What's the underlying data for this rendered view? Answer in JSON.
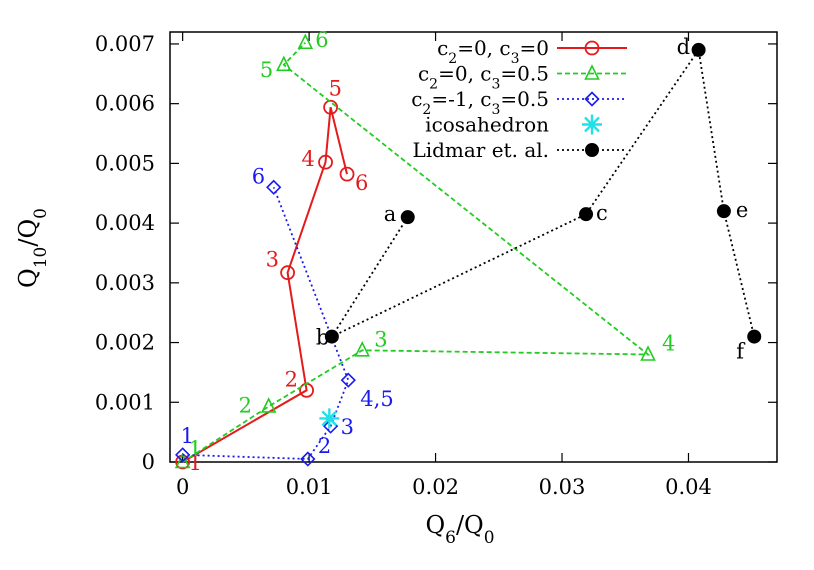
{
  "chart_data": {
    "type": "scatter",
    "xlabel": "Q6/Q0",
    "ylabel": "Q10/Q0",
    "xlim": [
      -0.001,
      0.047
    ],
    "ylim": [
      0,
      0.0072
    ],
    "xticks": [
      0,
      0.01,
      0.02,
      0.03,
      0.04
    ],
    "xtick_labels": [
      "0",
      "0.01",
      "0.02",
      "0.03",
      "0.04"
    ],
    "yticks": [
      0,
      0.001,
      0.002,
      0.003,
      0.004,
      0.005,
      0.006,
      0.007
    ],
    "ytick_labels": [
      "0",
      "0.001",
      "0.002",
      "0.003",
      "0.004",
      "0.005",
      "0.006",
      "0.007"
    ],
    "grid": false,
    "legend_position": "top-right",
    "series": [
      {
        "name": "c2=0, c3=0",
        "color": "#e41a1c",
        "marker": "circle",
        "line": "solid",
        "points": [
          {
            "x": 0.0,
            "y": 0.0,
            "label": "1"
          },
          {
            "x": 0.0098,
            "y": 0.0012,
            "label": "2"
          },
          {
            "x": 0.0083,
            "y": 0.00317,
            "label": "3"
          },
          {
            "x": 0.0113,
            "y": 0.00502,
            "label": "4"
          },
          {
            "x": 0.0117,
            "y": 0.00594,
            "label": "5"
          },
          {
            "x": 0.013,
            "y": 0.00482,
            "label": "6"
          }
        ]
      },
      {
        "name": "c2=0, c3=0.5",
        "color": "#22cc22",
        "marker": "triangle",
        "line": "dashed",
        "points": [
          {
            "x": 0.0,
            "y": 0.0,
            "label": "1"
          },
          {
            "x": 0.0068,
            "y": 0.00093,
            "label": "2"
          },
          {
            "x": 0.0142,
            "y": 0.00187,
            "label": "3"
          },
          {
            "x": 0.0368,
            "y": 0.0018,
            "label": "4"
          },
          {
            "x": 0.008,
            "y": 0.00665,
            "label": "5"
          },
          {
            "x": 0.0097,
            "y": 0.00702,
            "label": "6"
          }
        ]
      },
      {
        "name": "c2=-1, c3=0.5",
        "color": "#1a1aee",
        "marker": "diamond",
        "line": "dotted",
        "points": [
          {
            "x": 0.0,
            "y": 0.00012,
            "label": "1"
          },
          {
            "x": 0.0099,
            "y": 5e-05,
            "label": "2"
          },
          {
            "x": 0.0117,
            "y": 0.0006,
            "label": "3"
          },
          {
            "x": 0.0131,
            "y": 0.00137,
            "label": "4,5"
          },
          {
            "x": 0.0072,
            "y": 0.0046,
            "label": "6"
          }
        ]
      },
      {
        "name": "icosahedron",
        "color": "#22e0e8",
        "marker": "star",
        "line": "none",
        "points": [
          {
            "x": 0.0116,
            "y": 0.00073
          }
        ]
      },
      {
        "name": "Lidmar et. al.",
        "color": "#000000",
        "marker": "filled-circle",
        "line": "dotted",
        "points": [
          {
            "x": 0.0178,
            "y": 0.0041,
            "label": "a"
          },
          {
            "x": 0.0118,
            "y": 0.0021,
            "label": "b"
          },
          {
            "x": 0.0319,
            "y": 0.00415,
            "label": "c"
          },
          {
            "x": 0.0408,
            "y": 0.0069,
            "label": "d"
          },
          {
            "x": 0.0428,
            "y": 0.0042,
            "label": "e"
          },
          {
            "x": 0.0452,
            "y": 0.0021,
            "label": "f"
          }
        ]
      }
    ]
  }
}
